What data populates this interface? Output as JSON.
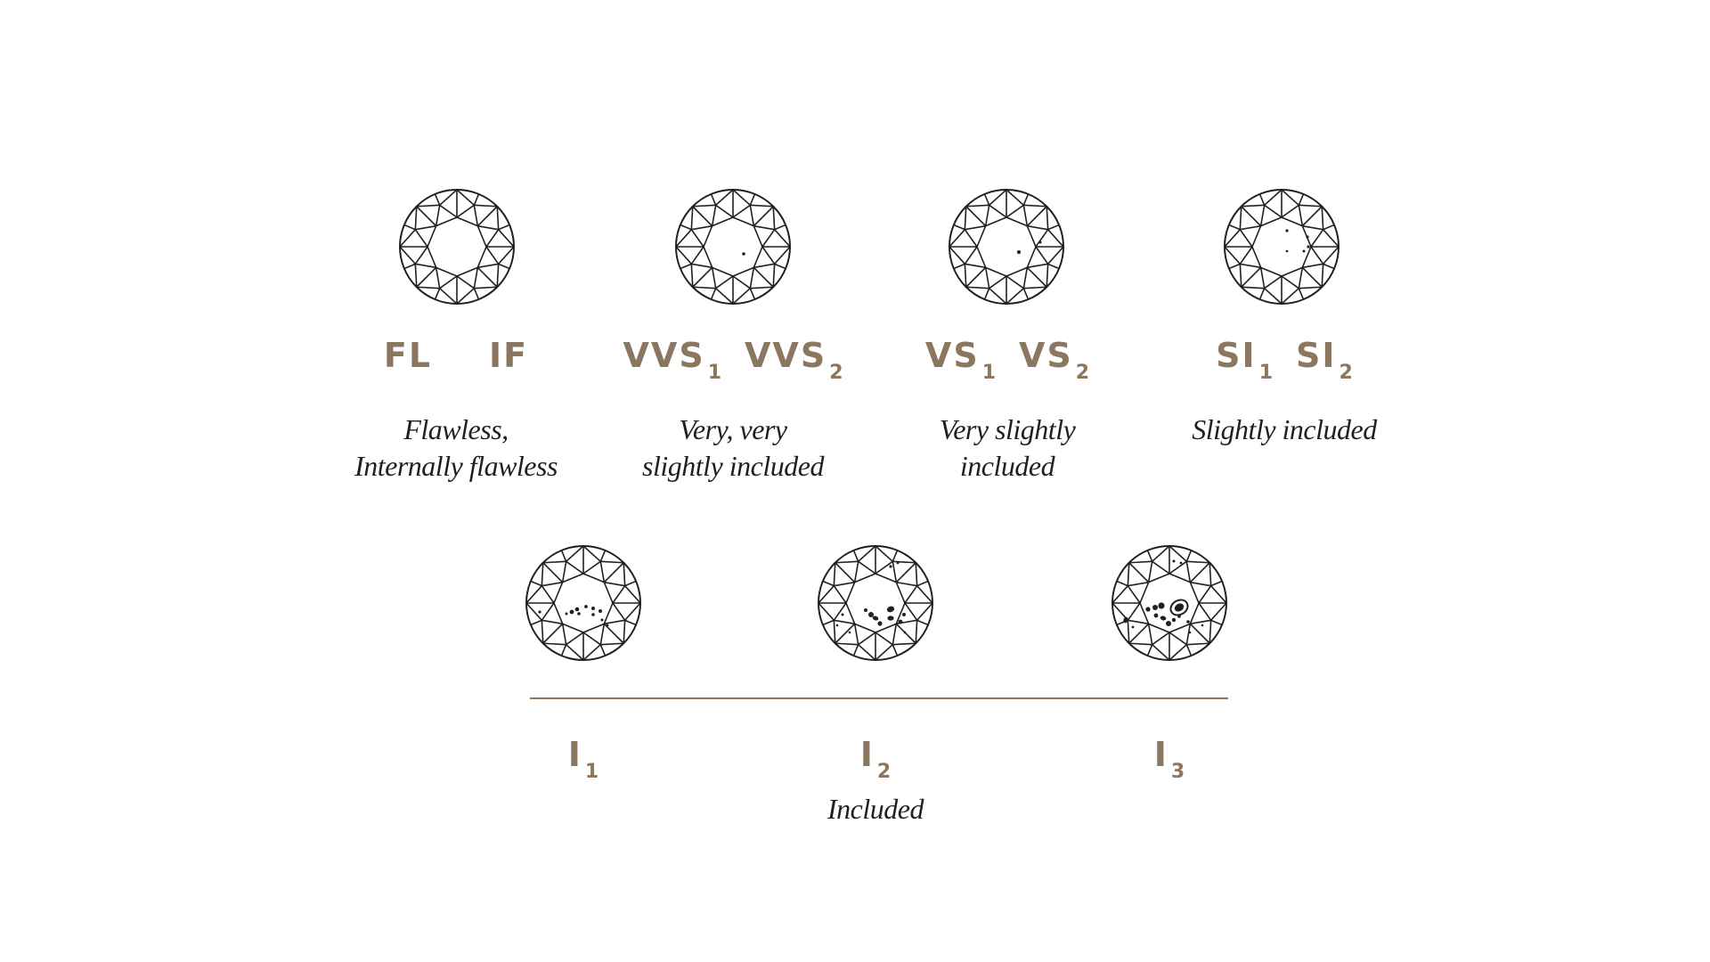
{
  "colors": {
    "accent": "#8b7760",
    "ink": "#231f20"
  },
  "top_row": [
    {
      "grades": [
        {
          "main": "FL",
          "sub": ""
        },
        {
          "main": "IF",
          "sub": ""
        }
      ],
      "description_lines": [
        "Flawless,",
        "Internally flawless"
      ],
      "inclusions": "none"
    },
    {
      "grades": [
        {
          "main": "VVS",
          "sub": "1"
        },
        {
          "main": "VVS",
          "sub": "2"
        }
      ],
      "description_lines": [
        "Very, very",
        "slightly included"
      ],
      "inclusions": "very very slight"
    },
    {
      "grades": [
        {
          "main": "VS",
          "sub": "1"
        },
        {
          "main": "VS",
          "sub": "2"
        }
      ],
      "description_lines": [
        "Very slightly",
        "included"
      ],
      "inclusions": "very slight"
    },
    {
      "grades": [
        {
          "main": "SI",
          "sub": "1"
        },
        {
          "main": "SI",
          "sub": "2"
        }
      ],
      "description_lines": [
        "Slightly included"
      ],
      "inclusions": "slight"
    }
  ],
  "bottom_row": [
    {
      "grade": {
        "main": "I",
        "sub": "1"
      },
      "inclusions": "included 1"
    },
    {
      "grade": {
        "main": "I",
        "sub": "2"
      },
      "inclusions": "included 2"
    },
    {
      "grade": {
        "main": "I",
        "sub": "3"
      },
      "inclusions": "included 3"
    }
  ],
  "bottom_description": "Included",
  "icon": "round-brilliant-diamond-icon"
}
